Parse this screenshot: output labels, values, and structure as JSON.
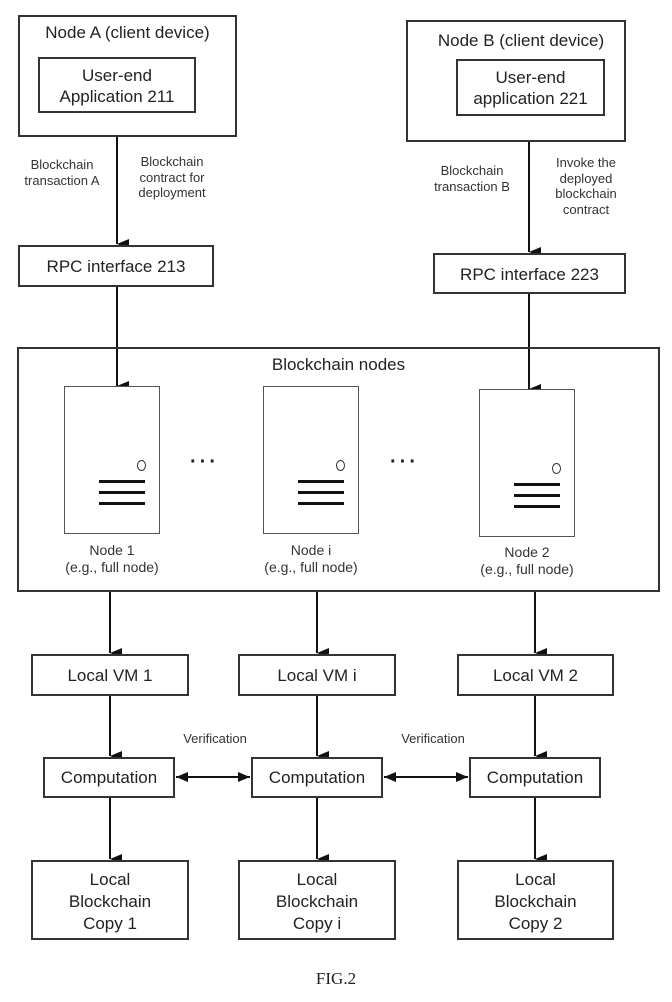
{
  "node_a": {
    "title": "Node A (client device)",
    "app_line1": "User-end",
    "app_line2": "Application 211",
    "label_left_1": "Blockchain",
    "label_left_2": "transaction A",
    "label_right_1": "Blockchain",
    "label_right_2": "contract for",
    "label_right_3": "deployment",
    "rpc": "RPC interface 213"
  },
  "node_b": {
    "title": "Node B (client device)",
    "app_line1": "User-end",
    "app_line2": "application 221",
    "label_left_1": "Blockchain",
    "label_left_2": "transaction B",
    "label_right_1": "Invoke the",
    "label_right_2": "deployed",
    "label_right_3": "blockchain",
    "label_right_4": "contract",
    "rpc": "RPC interface 223"
  },
  "blockchain_nodes": {
    "title": "Blockchain nodes",
    "ellipsis": "···",
    "nodes": [
      {
        "name": "Node 1",
        "desc": "(e.g., full node)"
      },
      {
        "name": "Node i",
        "desc": "(e.g., full node)"
      },
      {
        "name": "Node 2",
        "desc": "(e.g., full node)"
      }
    ]
  },
  "columns": [
    {
      "vm": "Local VM 1",
      "computation": "Computation",
      "copy_1": "Local",
      "copy_2": "Blockchain",
      "copy_3": "Copy 1"
    },
    {
      "vm": "Local VM i",
      "computation": "Computation",
      "copy_1": "Local",
      "copy_2": "Blockchain",
      "copy_3": "Copy i"
    },
    {
      "vm": "Local VM 2",
      "computation": "Computation",
      "copy_1": "Local",
      "copy_2": "Blockchain",
      "copy_3": "Copy 2"
    }
  ],
  "verification_label": "Verification",
  "figure_caption": "FIG.2"
}
